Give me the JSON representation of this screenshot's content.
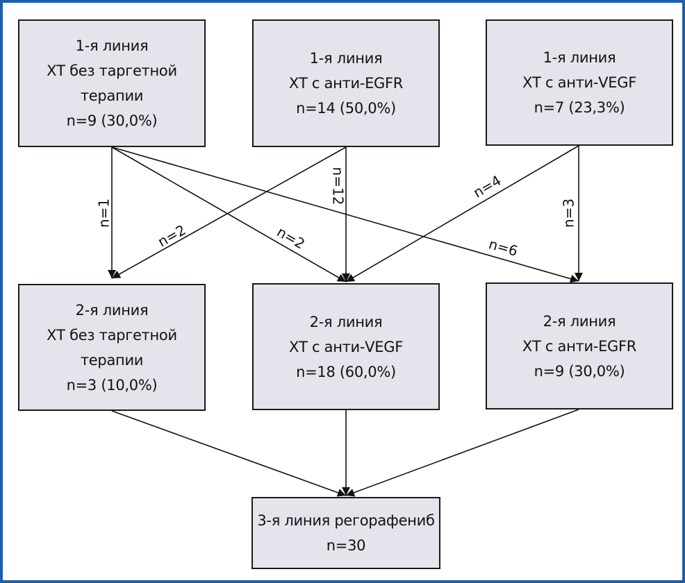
{
  "colors": {
    "frame": "#1f5fa8",
    "box_fill": "#e4e4ec",
    "box_border": "#1a1a1a",
    "arrow": "#111111"
  },
  "nodes": {
    "first_no_target": {
      "lines": [
        "1-я линия",
        "ХТ без таргетной",
        "терапии",
        "n=9 (30,0%)"
      ]
    },
    "first_anti_egfr": {
      "lines": [
        "1-я линия",
        "ХТ с анти-EGFR",
        "n=14 (50,0%)"
      ]
    },
    "first_anti_vegf": {
      "lines": [
        "1-я линия",
        "ХТ с анти-VEGF",
        "n=7 (23,3%)"
      ]
    },
    "second_no_target": {
      "lines": [
        "2-я линия",
        "ХТ без таргетной",
        "терапии",
        "n=3 (10,0%)"
      ]
    },
    "second_anti_vegf": {
      "lines": [
        "2-я линия",
        "ХТ с анти-VEGF",
        "n=18 (60,0%)"
      ]
    },
    "second_anti_egfr": {
      "lines": [
        "2-я линия",
        "ХТ с анти-EGFR",
        "n=9 (30,0%)"
      ]
    },
    "third_regorafenib": {
      "lines": [
        "3-я линия регорафениб",
        "n=30"
      ]
    }
  },
  "edges": [
    {
      "from": "first_no_target",
      "to": "second_no_target",
      "label": "n=1"
    },
    {
      "from": "first_no_target",
      "to": "second_anti_vegf",
      "label": "n=2"
    },
    {
      "from": "first_no_target",
      "to": "second_anti_egfr",
      "label": "n=6"
    },
    {
      "from": "first_anti_egfr",
      "to": "second_no_target",
      "label": "n=2"
    },
    {
      "from": "first_anti_egfr",
      "to": "second_anti_vegf",
      "label": "n=12"
    },
    {
      "from": "first_anti_vegf",
      "to": "second_anti_vegf",
      "label": "n=4"
    },
    {
      "from": "first_anti_vegf",
      "to": "second_anti_egfr",
      "label": "n=3"
    },
    {
      "from": "second_no_target",
      "to": "third_regorafenib",
      "label": ""
    },
    {
      "from": "second_anti_vegf",
      "to": "third_regorafenib",
      "label": ""
    },
    {
      "from": "second_anti_egfr",
      "to": "third_regorafenib",
      "label": ""
    }
  ]
}
